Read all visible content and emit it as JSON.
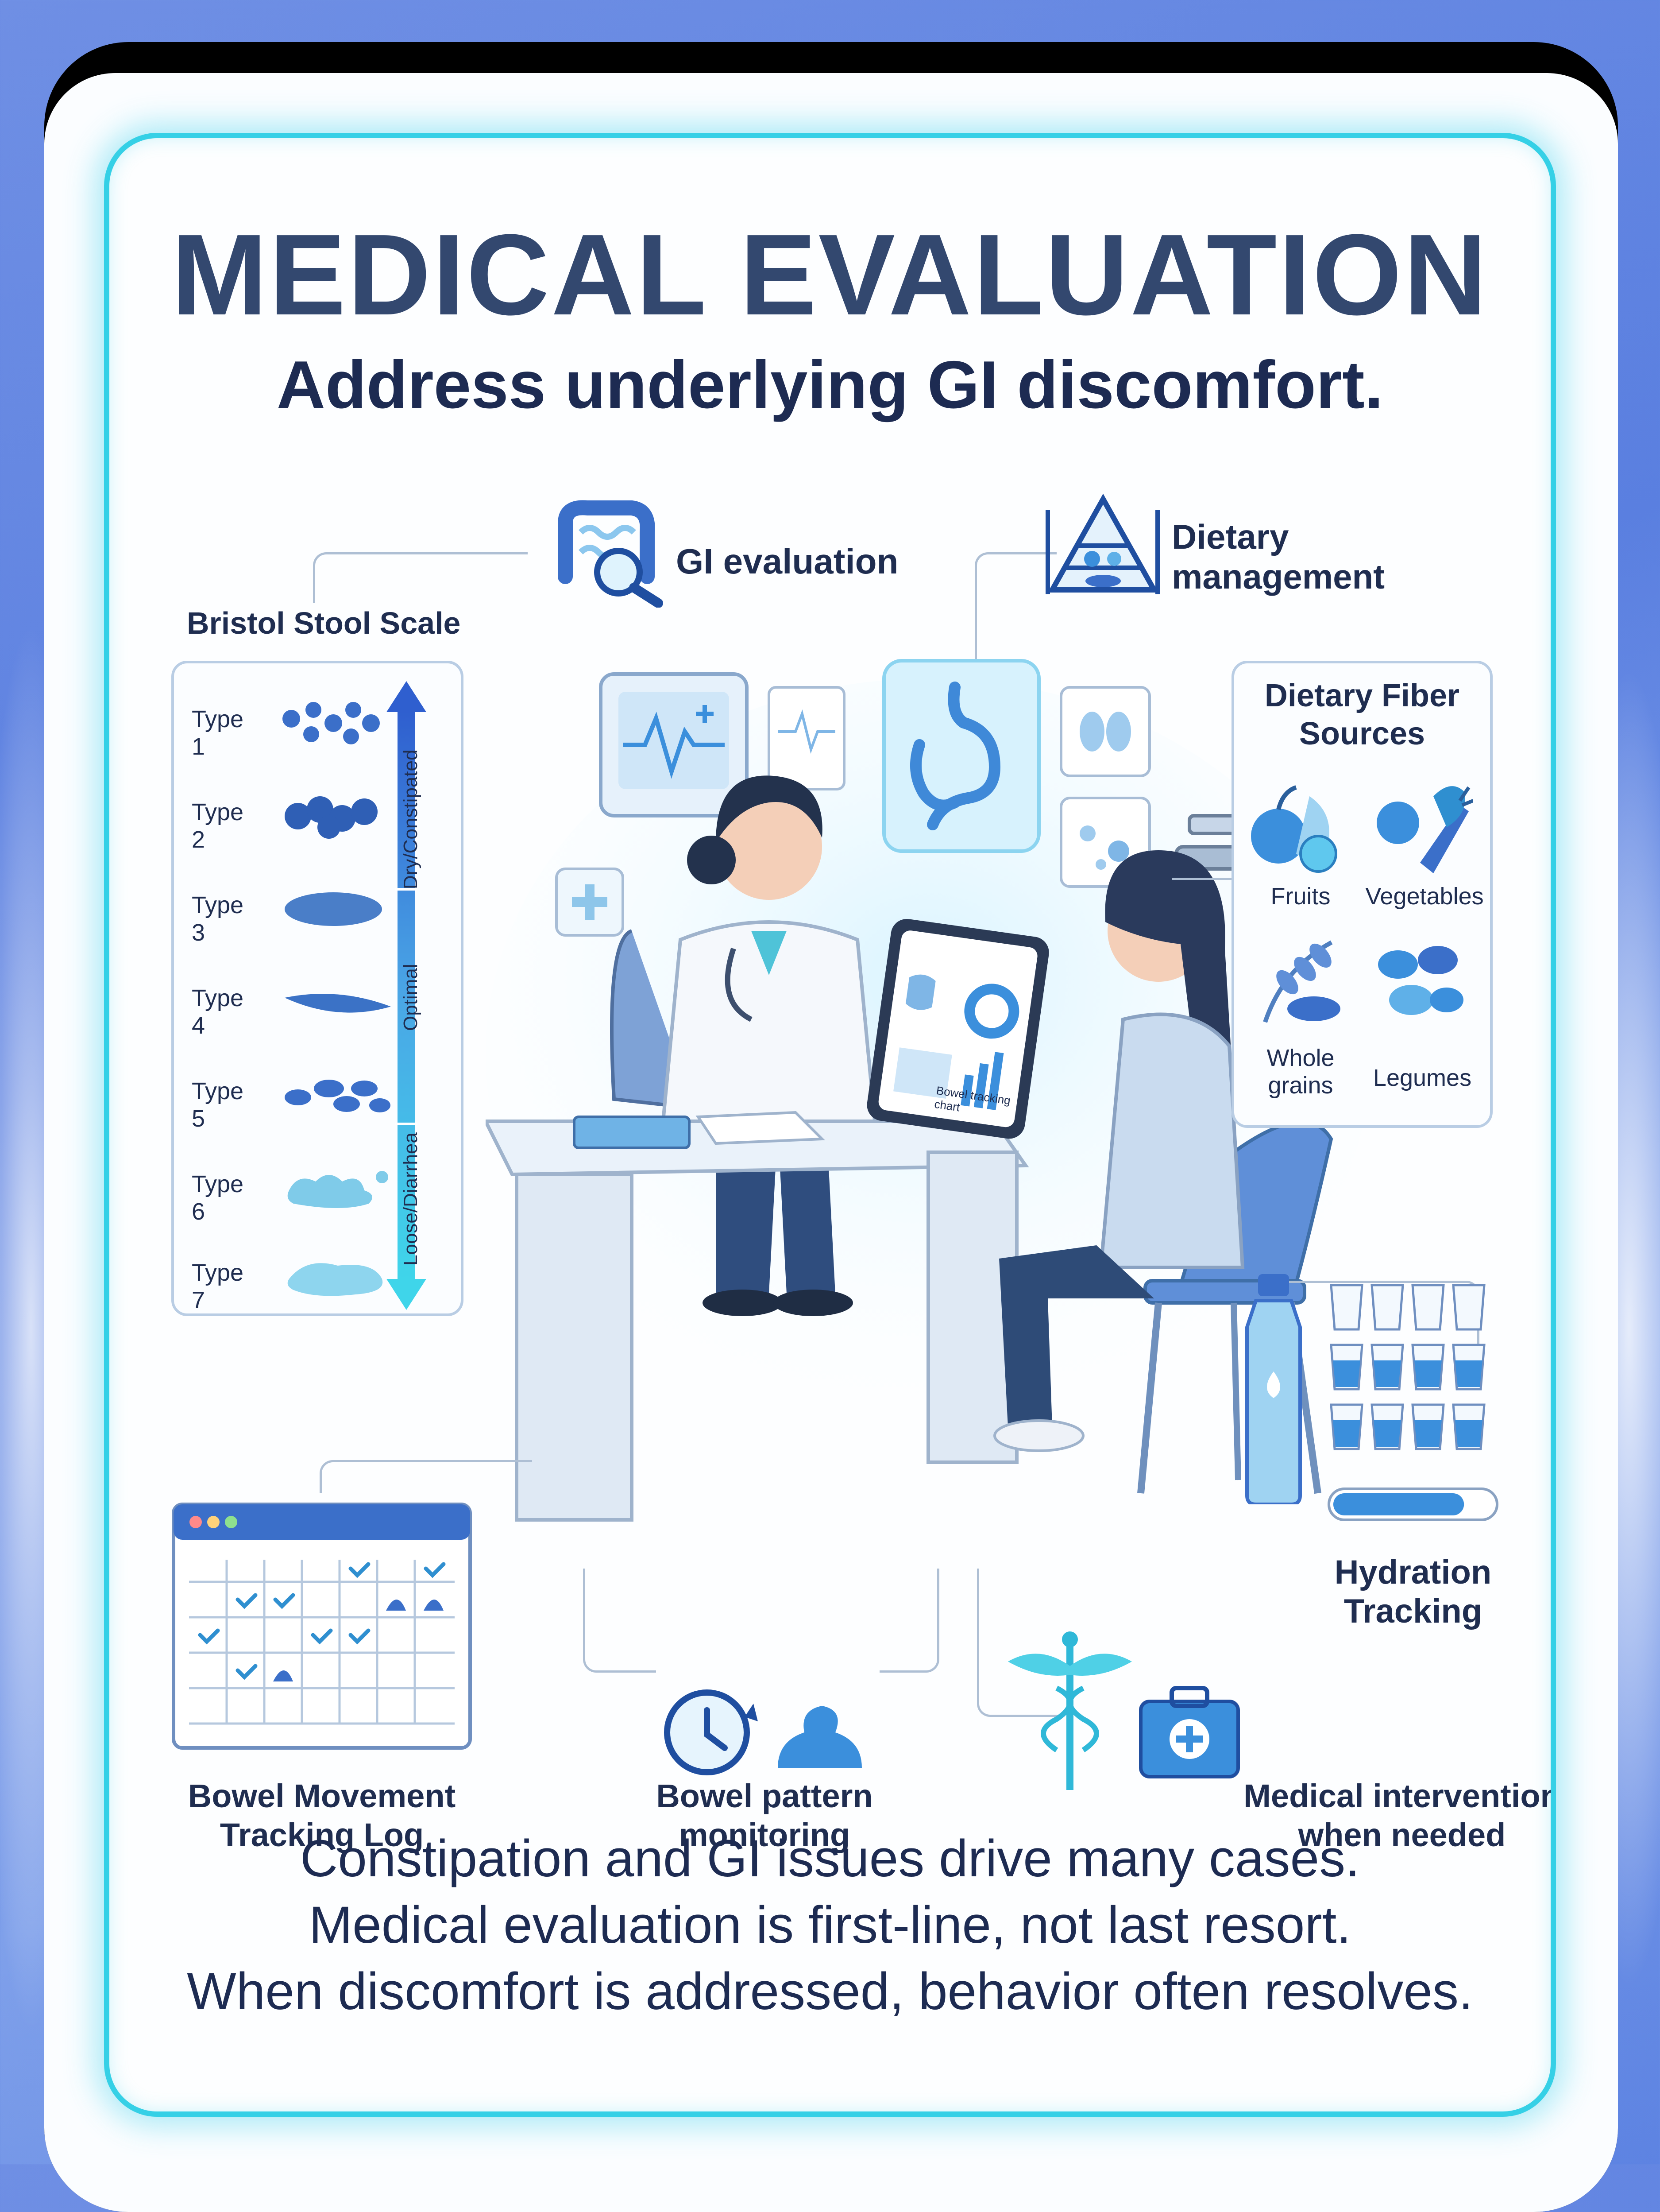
{
  "header": {
    "title": "MEDICAL EVALUATION",
    "subtitle": "Address underlying GI discomfort."
  },
  "callouts": {
    "gi_evaluation": "GI evaluation",
    "dietary_management_line1": "Dietary",
    "dietary_management_line2": "management"
  },
  "bristol": {
    "title": "Bristol Stool Scale",
    "types": [
      "Type 1",
      "Type 2",
      "Type 3",
      "Type 4",
      "Type 5",
      "Type 6",
      "Type 7"
    ],
    "zones": [
      "Dry/Constipated",
      "Optimal",
      "Loose/Diarrhea"
    ]
  },
  "fiber": {
    "title_line1": "Dietary Fiber",
    "title_line2": "Sources",
    "items": [
      "Fruits",
      "Vegetables",
      "Whole grains",
      "Legumes"
    ]
  },
  "tablet": {
    "chart_title": "Bowel tracking chart"
  },
  "hydration": {
    "label_line1": "Hydration",
    "label_line2": "Tracking",
    "glasses_total": 12,
    "glasses_filled": 8,
    "progress": 0.82
  },
  "bottom_icons": {
    "log_line1": "Bowel Movement",
    "log_line2": "Tracking Log",
    "pattern_line1": "Bowel pattern",
    "pattern_line2": "monitoring",
    "intervention_line1": "Medical intervention",
    "intervention_line2": "when needed"
  },
  "footer": {
    "line1": "Constipation and GI issues drive many cases.",
    "line2": "Medical evaluation is first-line, not last resort.",
    "line3": "When discomfort is addressed, behavior often resolves."
  },
  "colors": {
    "accent": "#35d0e6",
    "title": "#33486f",
    "ink": "#1d2b52",
    "blue": "#3b6fc9",
    "light_blue": "#9fd3f2"
  }
}
